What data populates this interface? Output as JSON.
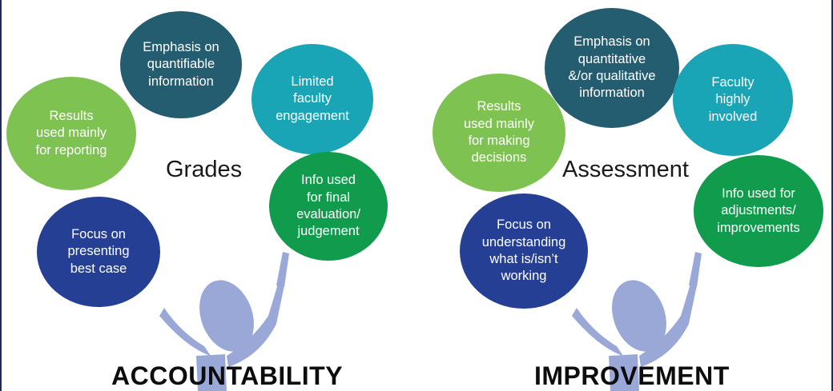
{
  "colors": {
    "navy": "#253f94",
    "slate": "#245c70",
    "teal": "#1aa5b7",
    "green_dark": "#119b4c",
    "green_light": "#7ec251",
    "figure": "#9aa8d8"
  },
  "left": {
    "center": "Grades",
    "title": "ACCOUNTABILITY",
    "bubbles": {
      "emphasis": "Emphasis on\nquantifiable\ninformation",
      "faculty": "Limited\nfaculty\nengagement",
      "results": "Results\nused mainly\nfor reporting",
      "info": "Info used\nfor final\nevaluation/\njudgement",
      "focus": "Focus on\npresenting\nbest case"
    }
  },
  "right": {
    "center": "Assessment",
    "title": "IMPROVEMENT",
    "bubbles": {
      "emphasis": "Emphasis on\nquantitative\n&/or qualitative\ninformation",
      "faculty": "Faculty\nhighly\ninvolved",
      "results": "Results\nused mainly\nfor making\ndecisions",
      "info": "Info used for\nadjustments/\nimprovements",
      "focus": "Focus on\nunderstanding\nwhat is/isn’t\nworking"
    }
  }
}
